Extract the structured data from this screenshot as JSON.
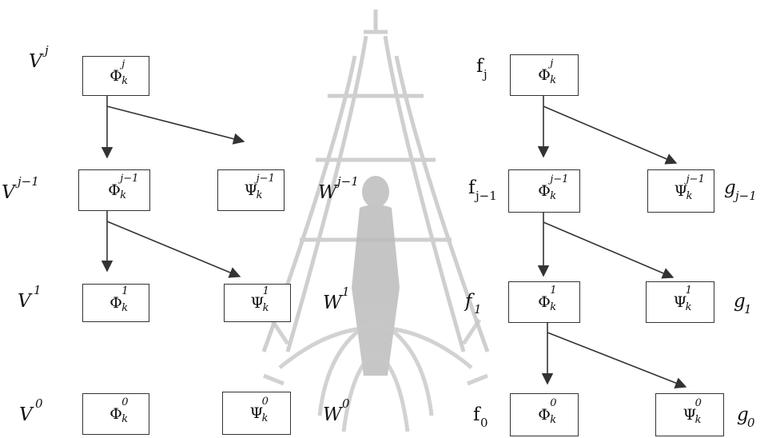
{
  "left": {
    "rows": [
      {
        "label": {
          "base": "V",
          "sup": "j"
        },
        "phi": {
          "sym": "Φ",
          "sup": "j",
          "sub": "k"
        }
      },
      {
        "label": {
          "base": "V",
          "sup": "j−1"
        },
        "phi": {
          "sym": "Φ",
          "sup": "j−1",
          "sub": "k"
        },
        "psi": {
          "sym": "Ψ",
          "sup": "j−1",
          "sub": "k"
        },
        "right_label": {
          "base": "W",
          "sup": "j−1"
        }
      },
      {
        "label": {
          "base": "V",
          "sup": "1"
        },
        "phi": {
          "sym": "Φ",
          "sup": "1",
          "sub": "k"
        },
        "psi": {
          "sym": "Ψ",
          "sup": "1",
          "sub": "k"
        },
        "right_label": {
          "base": "W",
          "sup": "1"
        }
      },
      {
        "label": {
          "base": "V",
          "sup": "0"
        },
        "phi": {
          "sym": "Φ",
          "sup": "0",
          "sub": "k"
        },
        "psi": {
          "sym": "Ψ",
          "sup": "0",
          "sub": "k"
        },
        "right_label": {
          "base": "W",
          "sup": "0"
        }
      }
    ]
  },
  "right": {
    "rows": [
      {
        "label": {
          "base": "f",
          "sub": "j"
        },
        "phi": {
          "sym": "Φ",
          "sup": "j",
          "sub": "k"
        }
      },
      {
        "label": {
          "base": "f",
          "sub": "j−1"
        },
        "phi": {
          "sym": "Φ",
          "sup": "j−1",
          "sub": "k"
        },
        "psi": {
          "sym": "Ψ",
          "sup": "j−1",
          "sub": "k"
        },
        "right_label": {
          "base": "g",
          "sub": "j−1"
        }
      },
      {
        "label": {
          "base": "f",
          "sub": "1"
        },
        "phi": {
          "sym": "Φ",
          "sup": "1",
          "sub": "k"
        },
        "psi": {
          "sym": "Ψ",
          "sup": "1",
          "sub": "k"
        },
        "right_label": {
          "base": "g",
          "sub": "1"
        }
      },
      {
        "label": {
          "base": "f",
          "sub": "0"
        },
        "phi": {
          "sym": "Φ",
          "sup": "0",
          "sub": "k"
        },
        "psi": {
          "sym": "Ψ",
          "sup": "0",
          "sub": "k"
        },
        "right_label": {
          "base": "g",
          "sub": "0"
        }
      }
    ]
  },
  "colors": {
    "line": "#333333",
    "watermark": "#b8b8b8"
  }
}
